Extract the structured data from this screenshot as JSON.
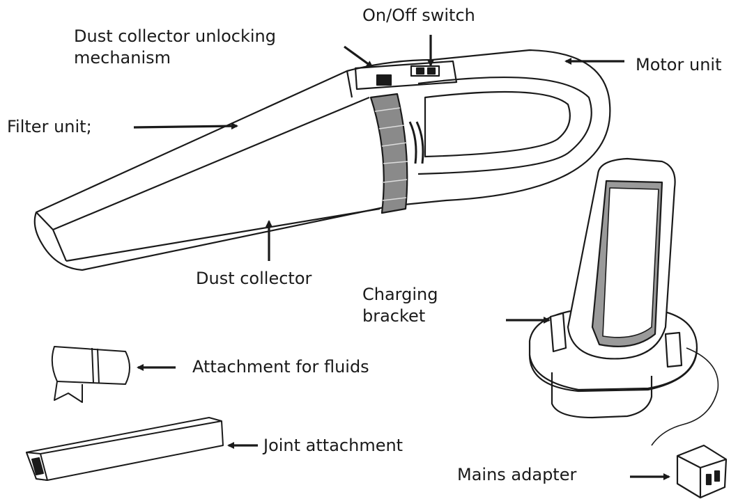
{
  "labels": {
    "on_off_switch": "On/Off switch",
    "unlocking": {
      "line1": "Dust collector unlocking",
      "line2": "mechanism"
    },
    "motor_unit": "Motor unit",
    "filter_unit": "Filter unit;",
    "dust_collector": "Dust collector",
    "charging_bracket": {
      "line1": "Charging",
      "line2": "bracket"
    },
    "fluids_attachment": "Attachment for fluids",
    "joint_attachment": "Joint attachment",
    "mains_adapter": "Mains adapter"
  },
  "colors": {
    "ink": "#1a1a1a",
    "shade": "#8a8a8a",
    "paper": "#ffffff"
  },
  "icons": [
    "arrow-icon",
    "vacuum-drawing",
    "charging-bracket-drawing",
    "fluid-attachment-drawing",
    "joint-attachment-drawing",
    "mains-adapter-drawing"
  ]
}
